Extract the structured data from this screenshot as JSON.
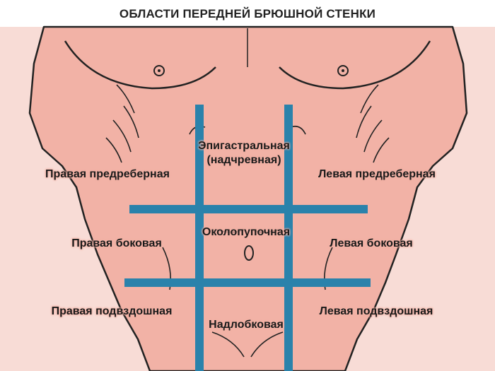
{
  "title": "ОБЛАСТИ ПЕРЕДНЕЙ БРЮШНОЙ СТЕНКИ",
  "colors": {
    "background": "#f8dcd6",
    "skin": "#f2b2a6",
    "outline": "#222222",
    "grid_lines": "#2a82ab"
  },
  "regions": {
    "epigastric_line1": "Эпигастральная",
    "epigastric_line2": "(надчревная)",
    "right_hypochondriac": "Правая предреберная",
    "left_hypochondriac": "Левая предреберная",
    "umbilical": "Околопупочная",
    "right_lateral": "Правая боковая",
    "left_lateral": "Левая боковая",
    "right_inguinal": "Правая подвздошная",
    "left_inguinal": "Левая подвздошная",
    "hypogastric": "Надлобковая"
  }
}
